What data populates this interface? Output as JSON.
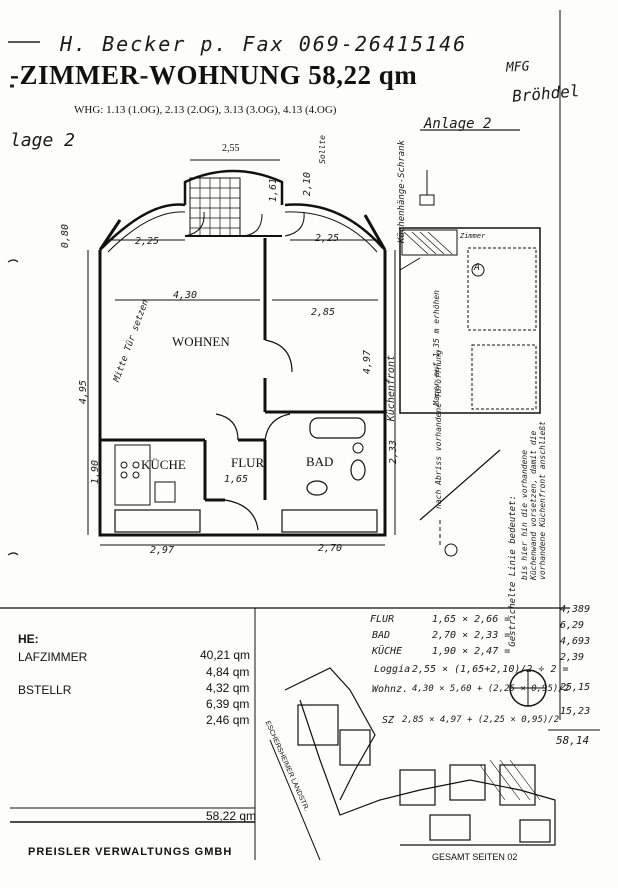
{
  "header": {
    "fax_line": "H. Becker p. Fax 069-26415146",
    "title": "-ZIMMER-WOHNUNG 58,22 qm",
    "subtitle": "WHG: 1.13 (1.OG), 2.13 (2.OG), 3.13 (3.OG), 4.13 (4.OG)",
    "anlage": "Anlage 2",
    "lage": "lage 2",
    "mfg": "MFG",
    "signature": "Bröhdel"
  },
  "plan": {
    "rooms": {
      "wohnen": "WOHNEN",
      "kueche": "KÜCHE",
      "flur": "FLUR",
      "bad": "BAD"
    },
    "dimensions": {
      "top_loggia": "2,55",
      "left_width": "2,25",
      "right_width": "2,25",
      "wohnen_width": "4,30",
      "schlaf_width": "2,85",
      "flur_width": "1,65",
      "bottom_left": "2,97",
      "bottom_right": "2,70",
      "left_height": "4,95",
      "kueche_height": "1,90",
      "right_height": "4,97",
      "bad_height": "2,33",
      "loggia_depth": "2,10",
      "loggia_left": "0,80",
      "balkon_side": "1,61"
    },
    "notes": {
      "tuer_note": "Mitte Tür setzen",
      "kuechenfront": "Küchenfront",
      "kuechenhaenge": "Küchenhänge-Schrank",
      "gestrichelt": "Gestrichelte Linie bedeutet:",
      "bis_hier": "bis hier hin die vorhandene Küchenwand vorsetzen, damit die vorhandene Küchenfront anschließt",
      "mauer": "Mauer auf 1,35 m erhöhen",
      "nach_abriss": "nach Abriss vorhandene Türöffnung",
      "small_a": "A",
      "zimmer": "Zimmer",
      "sollte": "Sollte"
    }
  },
  "areas": {
    "heading": "HE:",
    "rows": [
      {
        "label": "LAFZIMMER",
        "value": "40,21 qm"
      },
      {
        "label": "",
        "value": "4,84 qm"
      },
      {
        "label": "BSTELLR",
        "value": "4,32 qm"
      },
      {
        "label": "",
        "value": "6,39 qm"
      },
      {
        "label": "",
        "value": "2,46 qm"
      }
    ],
    "total": "58,22 qm"
  },
  "calculation": {
    "lines": [
      {
        "label": "FLUR",
        "formula": "1,65 × 2,66 =",
        "result": "4,389"
      },
      {
        "label": "BAD",
        "formula": "2,70 × 2,33 =",
        "result": "6,29"
      },
      {
        "label": "KÜCHE",
        "formula": "1,90 × 2,47 =",
        "result": "4,693"
      },
      {
        "label": "Loggia",
        "formula": "2,55 × (1,65+2,10)/2 ÷ 2 =",
        "result": "2,39"
      },
      {
        "label": "Wohnz.",
        "formula": "4,30 × 5,60 + (2,25 × 0,95)/2",
        "result": "25,15"
      },
      {
        "label": "SZ",
        "formula": "2,85 × 4,97 + (2,25 × 0,95)/2",
        "result": "15,23"
      }
    ],
    "sum": "58,14"
  },
  "site_plan": {
    "street_label": "ESCHERSHEIMER LANDSTR."
  },
  "footer": {
    "company": "PREISLER VERWALTUNGS GMBH",
    "pages": "GESAMT SEITEN 02"
  }
}
